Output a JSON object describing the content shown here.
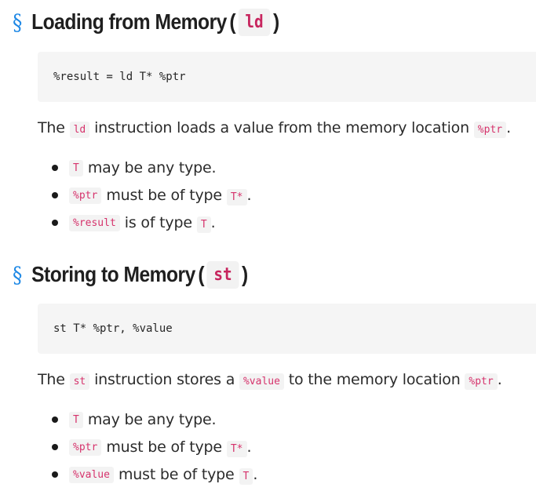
{
  "sections": [
    {
      "section_symbol": "§",
      "title": "Loading from Memory",
      "paren_open": "(",
      "paren_close": ")",
      "keyword": "ld",
      "code": "%result = ld T* %ptr",
      "desc": {
        "prefix": "The",
        "keyword": "ld",
        "middle": "instruction loads a value from the memory location",
        "operand": "%ptr",
        "suffix": "."
      },
      "bullets": [
        {
          "code": "T",
          "text": "may be any type.",
          "code2": "",
          "end": ""
        },
        {
          "code": "%ptr",
          "text": "must be of type",
          "code2": "T*",
          "end": "."
        },
        {
          "code": "%result",
          "text": "is of type",
          "code2": "T",
          "end": "."
        }
      ]
    },
    {
      "section_symbol": "§",
      "title": "Storing to Memory",
      "paren_open": "(",
      "paren_close": ")",
      "keyword": "st",
      "code": "st T* %ptr, %value",
      "desc": {
        "prefix": "The",
        "keyword": "st",
        "middle1": "instruction stores a",
        "operand1": "%value",
        "middle2": "to the memory location",
        "operand2": "%ptr",
        "suffix": "."
      },
      "bullets": [
        {
          "code": "T",
          "text": "may be any type.",
          "code2": "",
          "end": ""
        },
        {
          "code": "%ptr",
          "text": "must be of type",
          "code2": "T*",
          "end": "."
        },
        {
          "code": "%value",
          "text": "must be of type",
          "code2": "T",
          "end": "."
        }
      ]
    }
  ]
}
